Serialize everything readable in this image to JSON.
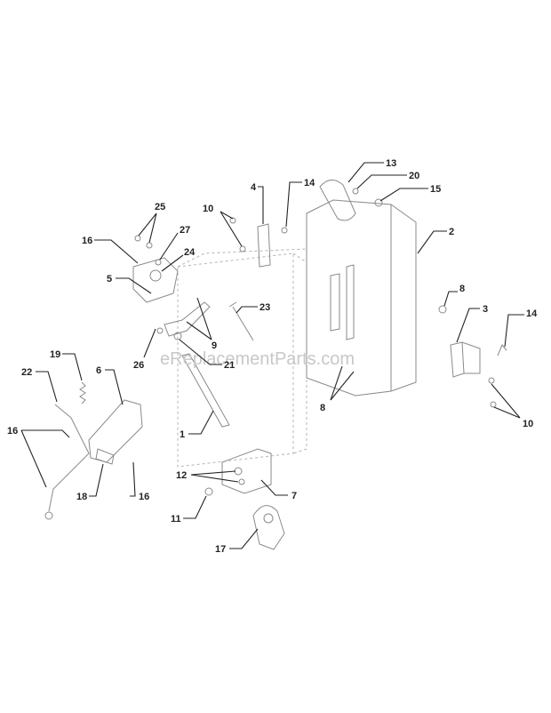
{
  "watermark": "eReplacementParts.com",
  "callouts": [
    {
      "id": "c13",
      "text": "13"
    },
    {
      "id": "c20",
      "text": "20"
    },
    {
      "id": "c15",
      "text": "15"
    },
    {
      "id": "c4",
      "text": "4"
    },
    {
      "id": "c14a",
      "text": "14"
    },
    {
      "id": "c2",
      "text": "2"
    },
    {
      "id": "c10a",
      "text": "10"
    },
    {
      "id": "c25",
      "text": "25"
    },
    {
      "id": "c27",
      "text": "27"
    },
    {
      "id": "c16a",
      "text": "16"
    },
    {
      "id": "c24",
      "text": "24"
    },
    {
      "id": "c5",
      "text": "5"
    },
    {
      "id": "c23",
      "text": "23"
    },
    {
      "id": "c8a",
      "text": "8"
    },
    {
      "id": "c3",
      "text": "3"
    },
    {
      "id": "c14b",
      "text": "14"
    },
    {
      "id": "c9",
      "text": "9"
    },
    {
      "id": "c26",
      "text": "26"
    },
    {
      "id": "c21",
      "text": "21"
    },
    {
      "id": "c19",
      "text": "19"
    },
    {
      "id": "c22",
      "text": "22"
    },
    {
      "id": "c6",
      "text": "6"
    },
    {
      "id": "c8b",
      "text": "8"
    },
    {
      "id": "c10b",
      "text": "10"
    },
    {
      "id": "c16b",
      "text": "16"
    },
    {
      "id": "c1",
      "text": "1"
    },
    {
      "id": "c12",
      "text": "12"
    },
    {
      "id": "c7",
      "text": "7"
    },
    {
      "id": "c18",
      "text": "18"
    },
    {
      "id": "c16c",
      "text": "16"
    },
    {
      "id": "c11",
      "text": "11"
    },
    {
      "id": "c17",
      "text": "17"
    }
  ]
}
